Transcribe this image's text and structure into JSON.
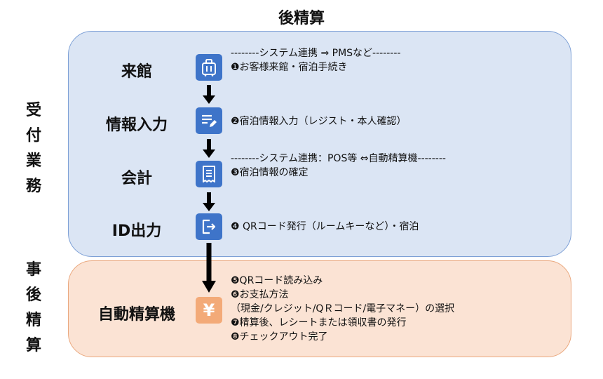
{
  "title": "後精算",
  "colors": {
    "front_fill": "#dbe5f4",
    "front_border": "#7da0d6",
    "post_fill": "#fbe3d4",
    "post_border": "#eaa87e",
    "icon_blue": "#3e74c9",
    "icon_orange": "#f3aa78"
  },
  "sections": {
    "front": {
      "label": "受付業務"
    },
    "post": {
      "label": "事後精算"
    }
  },
  "steps": [
    {
      "label": "来館",
      "icon": "luggage-icon",
      "lines": [
        "--------システム連携 ⇒ PMSなど--------",
        "❶お客様来館・宿泊手続き"
      ]
    },
    {
      "label": "情報入力",
      "icon": "form-edit-icon",
      "lines": [
        "❷宿泊情報入力（レジスト・本人確認）"
      ]
    },
    {
      "label": "会計",
      "icon": "receipt-icon",
      "lines": [
        "--------システム連携：POS等 ⇔自動精算機--------",
        "❸宿泊情報の確定"
      ]
    },
    {
      "label": "ID出力",
      "icon": "exit-icon",
      "lines": [
        "❹ QRコード発行（ルームキーなど）・宿泊"
      ]
    },
    {
      "label": "自動精算機",
      "icon": "yen-icon",
      "icon_glyph": "¥",
      "lines": [
        "❺QRコード読み込み",
        "❻お支払方法",
        "（現金/クレジット/QＲコード/電子マネー）の選択",
        "❼精算後、レシートまたは領収書の発行",
        "❽チェックアウト完了"
      ]
    }
  ]
}
